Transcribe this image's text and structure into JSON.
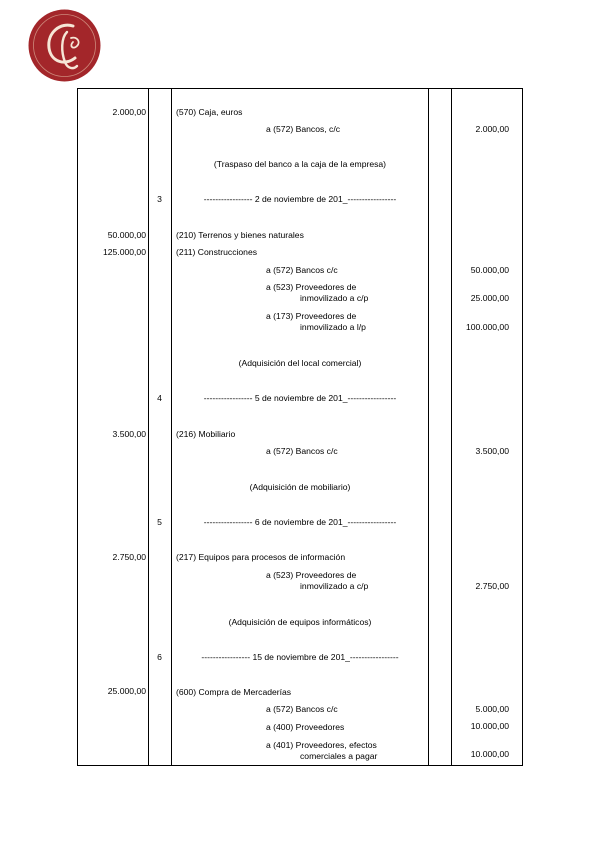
{
  "entries": [
    {
      "debits": [
        {
          "amount": "2.000,00",
          "account": "(570)  Caja, euros"
        }
      ],
      "credits": [
        {
          "label": "a (572)  Bancos, c/c",
          "label2": "",
          "amount": "2.000,00"
        }
      ],
      "description": "(Traspaso del banco a la caja de la empresa)"
    },
    {
      "number": "3",
      "header": "----------------- 2 de noviembre de 201_-----------------",
      "debits": [
        {
          "amount": "50.000,00",
          "account": "(210)  Terrenos y bienes naturales"
        },
        {
          "amount": "125.000,00",
          "account": "(211)  Construcciones"
        }
      ],
      "credits": [
        {
          "label": "a (572)  Bancos c/c",
          "label2": "",
          "amount": "50.000,00"
        },
        {
          "label": "a (523)  Proveedores de",
          "label2": "inmovilizado a c/p",
          "amount": "25.000,00"
        },
        {
          "label": "a (173)  Proveedores de",
          "label2": "inmovilizado a l/p",
          "amount": "100.000,00"
        }
      ],
      "description": "(Adquisición del local comercial)"
    },
    {
      "number": "4",
      "header": "----------------- 5 de noviembre de 201_-----------------",
      "debits": [
        {
          "amount": "3.500,00",
          "account": "(216)  Mobiliario"
        }
      ],
      "credits": [
        {
          "label": "a (572)  Bancos c/c",
          "label2": "",
          "amount": "3.500,00"
        }
      ],
      "description": "(Adquisición de mobiliario)"
    },
    {
      "number": "5",
      "header": "----------------- 6 de noviembre de 201_-----------------",
      "debits": [
        {
          "amount": "2.750,00",
          "account": "(217)  Equipos para procesos de información"
        }
      ],
      "credits": [
        {
          "label": "a (523)  Proveedores de",
          "label2": "inmovilizado a c/p",
          "amount": "2.750,00"
        }
      ],
      "description": "(Adquisición de equipos informáticos)"
    },
    {
      "number": "6",
      "header": "----------------- 15 de noviembre de 201_-----------------",
      "debits": [
        {
          "amount": "25.000,00",
          "account": "(600)  Compra de Mercaderías"
        }
      ],
      "credits": [
        {
          "label": "a (572)  Bancos c/c",
          "label2": "",
          "amount": "5.000,00"
        },
        {
          "label": "a (400)  Proveedores",
          "label2": "",
          "amount": "10.000,00"
        },
        {
          "label": "a (401)  Proveedores, efectos",
          "label2": "comerciales a pagar",
          "amount": "10.000,00"
        }
      ],
      "description": ""
    }
  ],
  "colors": {
    "logo_bg": "#a3262a",
    "logo_ring": "#f2d8c0",
    "rule": "#000000"
  }
}
